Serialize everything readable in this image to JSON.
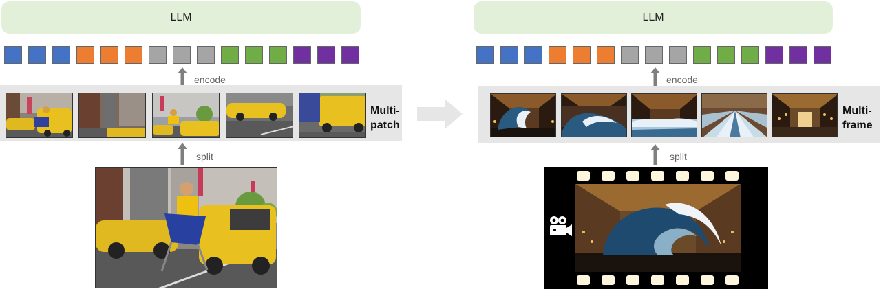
{
  "left": {
    "llm_label": "LLM",
    "encode_label": "encode",
    "split_label": "split",
    "band_label_line1": "Multi-",
    "band_label_line2": "patch"
  },
  "right": {
    "llm_label": "LLM",
    "encode_label": "encode",
    "split_label": "split",
    "band_label_line1": "Multi-",
    "band_label_line2": "frame"
  },
  "token_colors": [
    "#4472c4",
    "#4472c4",
    "#4472c4",
    "#ed7d31",
    "#ed7d31",
    "#ed7d31",
    "#a5a5a5",
    "#a5a5a5",
    "#a5a5a5",
    "#70ad47",
    "#70ad47",
    "#70ad47",
    "#7030a0",
    "#7030a0",
    "#7030a0"
  ],
  "icons": {
    "center_arrow": "right-arrow-icon",
    "camera": "movie-camera-icon"
  }
}
